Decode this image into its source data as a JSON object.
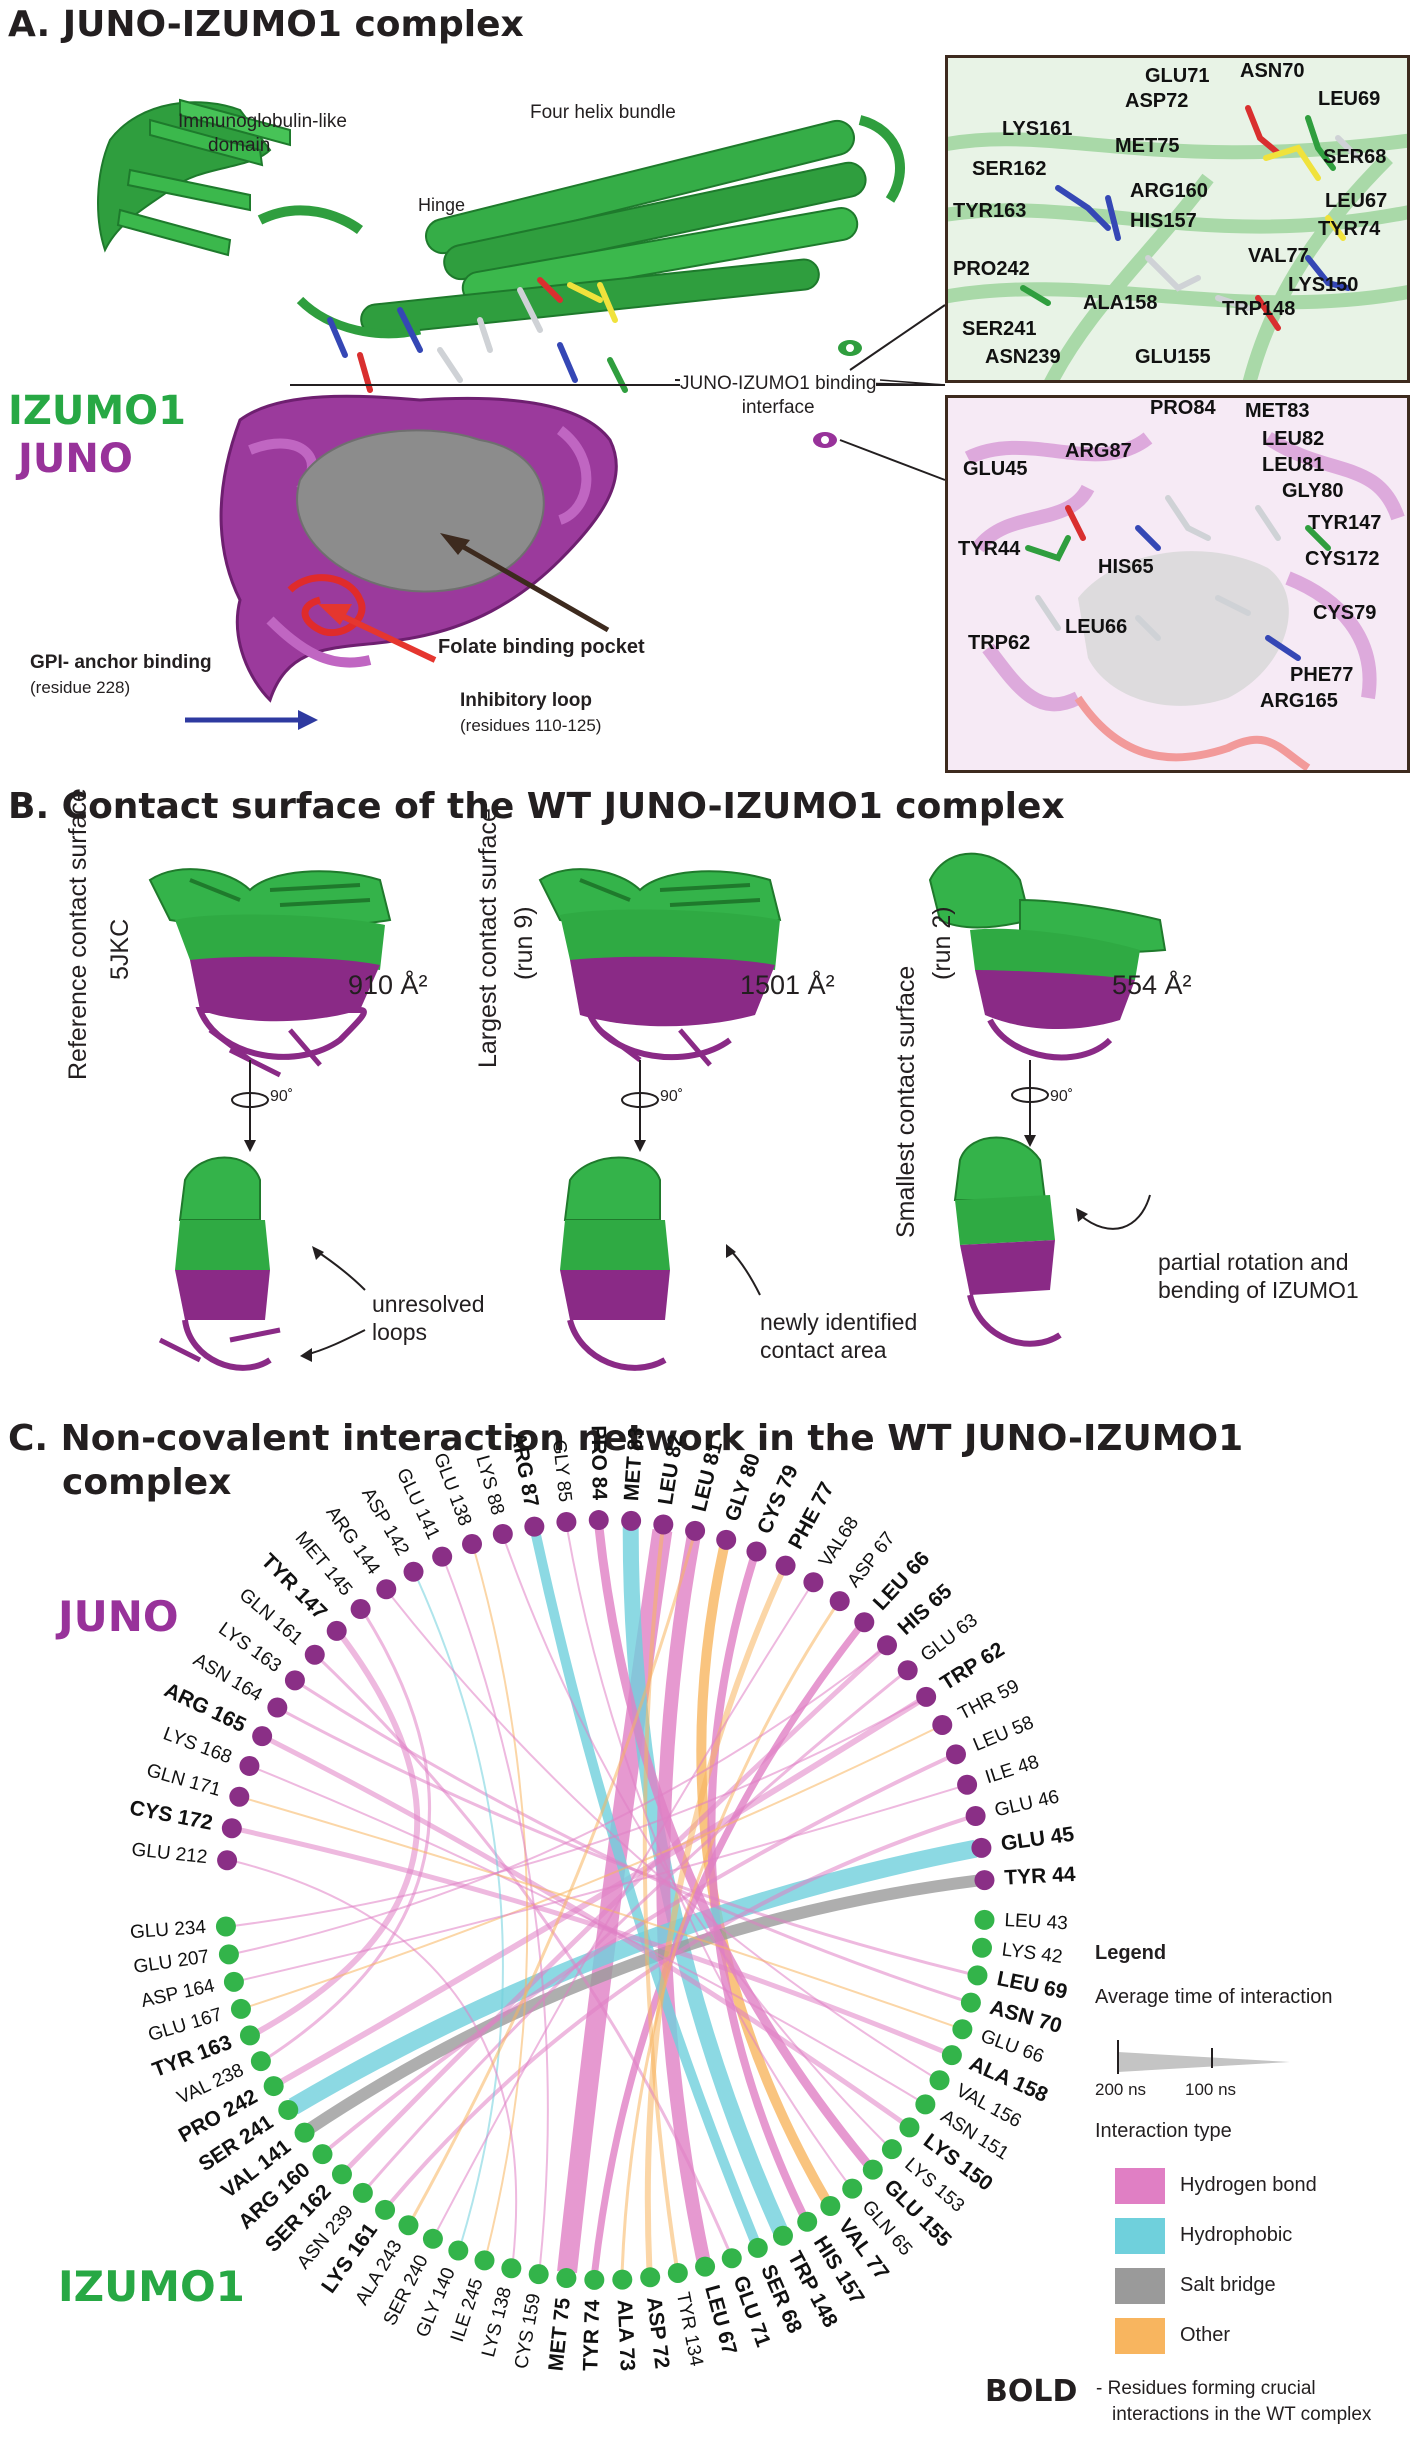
{
  "sectionA": {
    "title": "A. JUNO-IZUMO1 complex",
    "labels": {
      "ig_domain": [
        "Immunoglobulin-like",
        "domain"
      ],
      "four_helix": "Four helix bundle",
      "hinge": "Hinge",
      "izumo1": "IZUMO1",
      "juno": "JUNO",
      "interface": [
        "JUNO-IZUMO1 binding",
        "interface"
      ],
      "folate": "Folate binding pocket",
      "gpi_title": "GPI- anchor binding",
      "gpi_sub": "(residue 228)",
      "loop_title": "Inhibitory loop",
      "loop_sub": "(residues 110-125)"
    },
    "top_inset_residues": [
      "GLU71",
      "ASN70",
      "ASP72",
      "LEU69",
      "LYS161",
      "MET75",
      "SER68",
      "SER162",
      "ARG160",
      "LEU67",
      "TYR163",
      "HIS157",
      "TYR74",
      "VAL77",
      "PRO242",
      "LYS150",
      "ALA158",
      "TRP148",
      "SER241",
      "ASN239",
      "GLU155"
    ],
    "bottom_inset_residues": [
      "PRO84",
      "MET83",
      "ARG87",
      "LEU82",
      "GLU45",
      "LEU81",
      "GLY80",
      "TYR147",
      "TYR44",
      "HIS65",
      "CYS172",
      "CYS79",
      "TRP62",
      "LEU66",
      "PHE77",
      "ARG165"
    ]
  },
  "sectionB": {
    "title": "B. Contact surface of the WT JUNO-IZUMO1 complex",
    "panels": [
      {
        "side_label_1": "Reference contact surface",
        "side_label_2": "5JKC",
        "area": "910 Å²",
        "rotation": "90˚",
        "note": [
          "unresolved",
          "loops"
        ]
      },
      {
        "side_label_1": "Largest contact surface",
        "side_label_2": "(run 9)",
        "area": "1501 Å²",
        "rotation": "90˚",
        "note": [
          "newly identified",
          "contact area"
        ]
      },
      {
        "side_label_1": "Smallest contact surface",
        "side_label_2": "(run 2)",
        "area": "554 Å²",
        "rotation": "90˚",
        "note": [
          "partial rotation and",
          "bending of IZUMO1"
        ]
      }
    ]
  },
  "sectionC": {
    "title_line1": "C. Non-covalent interaction network in the WT JUNO-IZUMO1",
    "title_line2": "complex",
    "juno_label": "JUNO",
    "izumo_label": "IZUMO1",
    "juno_residues": [
      {
        "name": "TYR 44",
        "bold": true
      },
      {
        "name": "GLU 45",
        "bold": true
      },
      {
        "name": "GLU 46",
        "bold": false
      },
      {
        "name": "ILE 48",
        "bold": false
      },
      {
        "name": "LEU 58",
        "bold": false
      },
      {
        "name": "THR 59",
        "bold": false
      },
      {
        "name": "TRP 62",
        "bold": true
      },
      {
        "name": "GLU 63",
        "bold": false
      },
      {
        "name": "HIS 65",
        "bold": true
      },
      {
        "name": "LEU 66",
        "bold": true
      },
      {
        "name": "ASP 67",
        "bold": false
      },
      {
        "name": "VAL68",
        "bold": false
      },
      {
        "name": "PHE 77",
        "bold": true
      },
      {
        "name": "CYS 79",
        "bold": true
      },
      {
        "name": "GLY 80",
        "bold": true
      },
      {
        "name": "LEU 81",
        "bold": true
      },
      {
        "name": "LEU 82",
        "bold": true
      },
      {
        "name": "MET 83",
        "bold": true
      },
      {
        "name": "PRO 84",
        "bold": true
      },
      {
        "name": "GLY 85",
        "bold": false
      },
      {
        "name": "ARG 87",
        "bold": true
      },
      {
        "name": "LYS 88",
        "bold": false
      },
      {
        "name": "GLU 138",
        "bold": false
      },
      {
        "name": "GLU 141",
        "bold": false
      },
      {
        "name": "ASP 142",
        "bold": false
      },
      {
        "name": "ARG 144",
        "bold": false
      },
      {
        "name": "MET 145",
        "bold": false
      },
      {
        "name": "TYR 147",
        "bold": true
      },
      {
        "name": "GLN 161",
        "bold": false
      },
      {
        "name": "LYS 163",
        "bold": false
      },
      {
        "name": "ASN 164",
        "bold": false
      },
      {
        "name": "ARG 165",
        "bold": true
      },
      {
        "name": "LYS 168",
        "bold": false
      },
      {
        "name": "GLN 171",
        "bold": false
      },
      {
        "name": "CYS 172",
        "bold": true
      },
      {
        "name": "GLU 212",
        "bold": false
      }
    ],
    "izumo_residues": [
      {
        "name": "GLU 234",
        "bold": false
      },
      {
        "name": "GLU 207",
        "bold": false
      },
      {
        "name": "ASP 164",
        "bold": false
      },
      {
        "name": "GLU 167",
        "bold": false
      },
      {
        "name": "TYR 163",
        "bold": true
      },
      {
        "name": "VAL 238",
        "bold": false
      },
      {
        "name": "PRO 242",
        "bold": true
      },
      {
        "name": "SER 241",
        "bold": true
      },
      {
        "name": "VAL 141",
        "bold": true
      },
      {
        "name": "ARG 160",
        "bold": true
      },
      {
        "name": "SER 162",
        "bold": true
      },
      {
        "name": "ASN 239",
        "bold": false
      },
      {
        "name": "LYS 161",
        "bold": true
      },
      {
        "name": "ALA 243",
        "bold": false
      },
      {
        "name": "SER 240",
        "bold": false
      },
      {
        "name": "GLY 140",
        "bold": false
      },
      {
        "name": "ILE 245",
        "bold": false
      },
      {
        "name": "LYS 138",
        "bold": false
      },
      {
        "name": "CYS 159",
        "bold": false
      },
      {
        "name": "MET 75",
        "bold": true
      },
      {
        "name": "TYR 74",
        "bold": true
      },
      {
        "name": "ALA 73",
        "bold": true
      },
      {
        "name": "ASP 72",
        "bold": true
      },
      {
        "name": "TYR 134",
        "bold": false
      },
      {
        "name": "LEU 67",
        "bold": true
      },
      {
        "name": "GLU 71",
        "bold": true
      },
      {
        "name": "SER 68",
        "bold": true
      },
      {
        "name": "TRP 148",
        "bold": true
      },
      {
        "name": "HIS 157",
        "bold": true
      },
      {
        "name": "VAL 77",
        "bold": true
      },
      {
        "name": "GLN 65",
        "bold": false
      },
      {
        "name": "GLU 155",
        "bold": true
      },
      {
        "name": "LYS 153",
        "bold": false
      },
      {
        "name": "LYS 150",
        "bold": true
      },
      {
        "name": "ASN 151",
        "bold": false
      },
      {
        "name": "VAL 156",
        "bold": false
      },
      {
        "name": "ALA 158",
        "bold": true
      },
      {
        "name": "GLU 66",
        "bold": false
      },
      {
        "name": "ASN 70",
        "bold": true
      },
      {
        "name": "LEU 69",
        "bold": true
      },
      {
        "name": "LYS 42",
        "bold": false
      },
      {
        "name": "LEU 43",
        "bold": false
      }
    ],
    "interactions": [
      {
        "a": "LEU 82",
        "b": "MET 75",
        "type": "hbond",
        "w": 20
      },
      {
        "a": "MET 83",
        "b": "TRP 148",
        "type": "hydrophobic",
        "w": 16
      },
      {
        "a": "LEU 81",
        "b": "LEU 67",
        "type": "hbond",
        "w": 14
      },
      {
        "a": "GLY 80",
        "b": "VAL 77",
        "type": "other",
        "w": 10
      },
      {
        "a": "CYS 79",
        "b": "HIS 157",
        "type": "hbond",
        "w": 8
      },
      {
        "a": "TYR 44",
        "b": "VAL 141",
        "type": "salt",
        "w": 12
      },
      {
        "a": "GLU 45",
        "b": "SER 241",
        "type": "hydrophobic",
        "w": 18
      },
      {
        "a": "TRP 62",
        "b": "PRO 242",
        "type": "hbond",
        "w": 6
      },
      {
        "a": "HIS 65",
        "b": "SER 162",
        "type": "hbond",
        "w": 5
      },
      {
        "a": "LEU 66",
        "b": "TYR 74",
        "type": "hbond",
        "w": 7
      },
      {
        "a": "PRO 84",
        "b": "GLU 155",
        "type": "hbond",
        "w": 9
      },
      {
        "a": "ARG 87",
        "b": "SER 68",
        "type": "hydrophobic",
        "w": 10
      },
      {
        "a": "TYR 147",
        "b": "TYR 163",
        "type": "hbond",
        "w": 6
      },
      {
        "a": "ARG 165",
        "b": "LYS 150",
        "type": "hbond",
        "w": 5
      },
      {
        "a": "CYS 172",
        "b": "ALA 158",
        "type": "hbond",
        "w": 5
      },
      {
        "a": "PHE 77",
        "b": "ASP 72",
        "type": "other",
        "w": 6
      },
      {
        "a": "GLU 46",
        "b": "LYS 161",
        "type": "hbond",
        "w": 4
      },
      {
        "a": "LYS 163",
        "b": "ASN 70",
        "type": "hbond",
        "w": 3
      },
      {
        "a": "ASN 164",
        "b": "LEU 69",
        "type": "hbond",
        "w": 3
      },
      {
        "a": "LEU 58",
        "b": "ARG 160",
        "type": "hbond",
        "w": 4
      },
      {
        "a": "MET 145",
        "b": "VAL 238",
        "type": "hbond",
        "w": 3
      },
      {
        "a": "GLN 161",
        "b": "GLU 71",
        "type": "hbond",
        "w": 3
      },
      {
        "a": "LEU 82",
        "b": "TYR 134",
        "type": "other",
        "w": 4
      },
      {
        "a": "ASP 67",
        "b": "ALA 73",
        "type": "other",
        "w": 3
      },
      {
        "a": "GLU 63",
        "b": "ASN 239",
        "type": "hbond",
        "w": 3
      },
      {
        "a": "THR 59",
        "b": "GLU 167",
        "type": "other",
        "w": 2
      },
      {
        "a": "ILE 48",
        "b": "ASP 164",
        "type": "hbond",
        "w": 2
      },
      {
        "a": "GLY 85",
        "b": "GLN 65",
        "type": "hbond",
        "w": 2
      },
      {
        "a": "LYS 88",
        "b": "LYS 153",
        "type": "hbond",
        "w": 2
      },
      {
        "a": "GLU 138",
        "b": "ILE 245",
        "type": "other",
        "w": 2
      },
      {
        "a": "GLU 141",
        "b": "CYS 159",
        "type": "hbond",
        "w": 2
      },
      {
        "a": "ASP 142",
        "b": "GLY 140",
        "type": "hydrophobic",
        "w": 2
      },
      {
        "a": "ARG 144",
        "b": "VAL 156",
        "type": "hbond",
        "w": 2
      },
      {
        "a": "LYS 168",
        "b": "ASN 151",
        "type": "hbond",
        "w": 2
      },
      {
        "a": "GLN 171",
        "b": "GLU 66",
        "type": "other",
        "w": 2
      },
      {
        "a": "GLU 212",
        "b": "LYS 138",
        "type": "hbond",
        "w": 2
      },
      {
        "a": "VAL68",
        "b": "SER 240",
        "type": "hbond",
        "w": 2
      },
      {
        "a": "LEU 81",
        "b": "ALA 243",
        "type": "other",
        "w": 3
      },
      {
        "a": "HIS 65",
        "b": "GLU 207",
        "type": "hbond",
        "w": 2
      },
      {
        "a": "TRP 62",
        "b": "GLU 234",
        "type": "hbond",
        "w": 2
      }
    ],
    "legend": {
      "title": "Legend",
      "time_title": "Average time of interaction",
      "tick_200": "200 ns",
      "tick_100": "100 ns",
      "type_title": "Interaction type",
      "types": [
        {
          "key": "hbond",
          "label": "Hydrogen bond",
          "color": "#e07fc4"
        },
        {
          "key": "hydrophobic",
          "label": "Hydrophobic",
          "color": "#6fd0dc"
        },
        {
          "key": "salt",
          "label": "Salt bridge",
          "color": "#9a9a9a"
        },
        {
          "key": "other",
          "label": "Other",
          "color": "#f8b55f"
        }
      ],
      "bold_word": "BOLD",
      "bold_desc_1": "- Residues forming crucial",
      "bold_desc_2": "interactions in the WT complex"
    }
  },
  "colors": {
    "izumo_green": "#27a844",
    "juno_purple": "#98329a",
    "juno_node": "#8a2f86",
    "izumo_node": "#33b44a",
    "frame_brown": "#3d2a1e"
  }
}
